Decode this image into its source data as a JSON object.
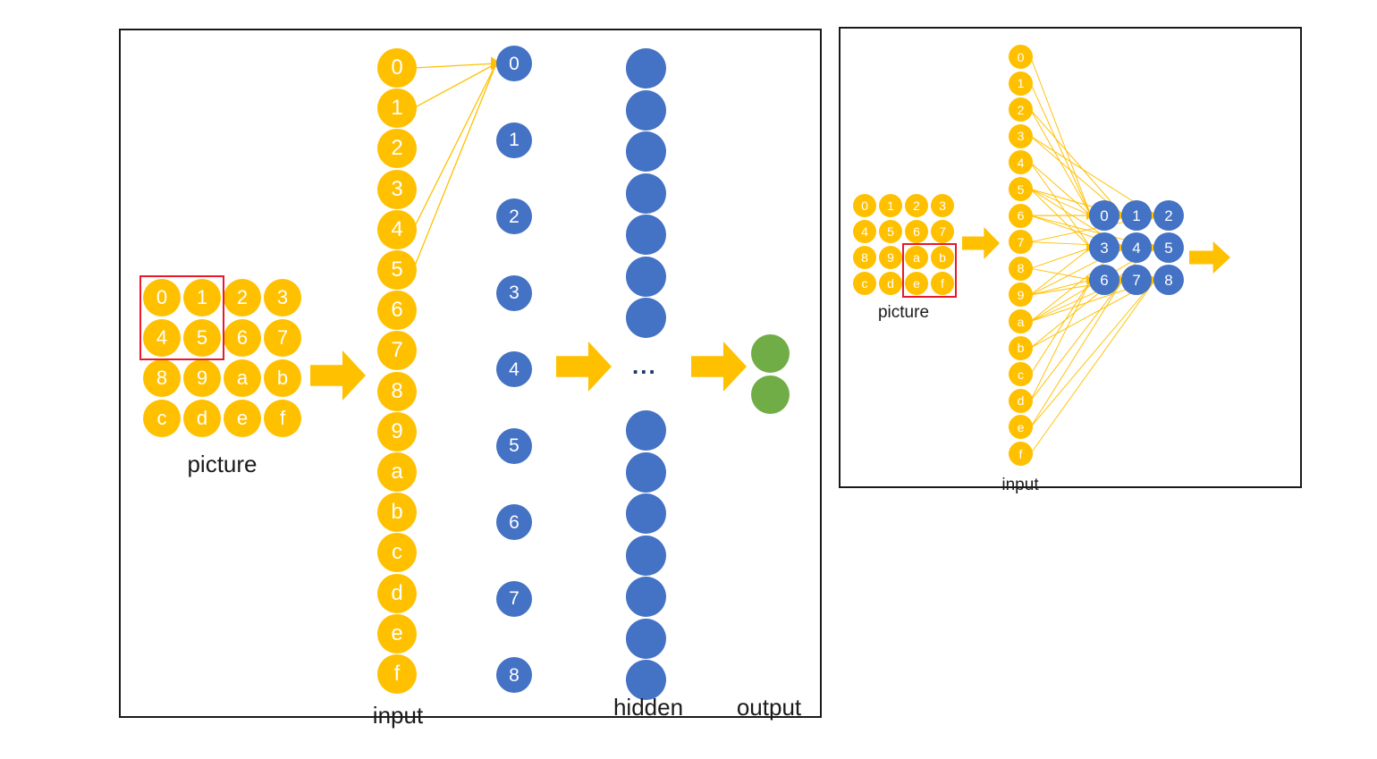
{
  "diagram": {
    "title": "Neural network picture-to-input diagram",
    "colors": {
      "yellow": "#FFC000",
      "blue": "#4472C4",
      "green": "#70AD47",
      "red_box": "#E8192C",
      "border": "#1a1a1a",
      "dots": "#203864"
    }
  },
  "left_panel": {
    "picture": {
      "label": "picture",
      "rows": [
        [
          "0",
          "1",
          "2",
          "3"
        ],
        [
          "4",
          "5",
          "6",
          "7"
        ],
        [
          "8",
          "9",
          "a",
          "b"
        ],
        [
          "c",
          "d",
          "e",
          "f"
        ]
      ],
      "highlight_cells": [
        "0",
        "1",
        "4",
        "5"
      ]
    },
    "input": {
      "label": "input",
      "nodes": [
        "0",
        "1",
        "2",
        "3",
        "4",
        "5",
        "6",
        "7",
        "8",
        "9",
        "a",
        "b",
        "c",
        "d",
        "e",
        "f"
      ]
    },
    "hidden": {
      "label": "hidden",
      "nodes": [
        "0",
        "1",
        "2",
        "3",
        "4",
        "5",
        "6",
        "7",
        "8"
      ],
      "second_column_count_top": 7,
      "second_column_count_bottom": 7,
      "ellipsis": "..."
    },
    "output": {
      "label": "output",
      "node_count": 2
    },
    "connections": {
      "from_input_indices": [
        0,
        1,
        4,
        5
      ],
      "to_hidden_index": 0
    },
    "arrows": [
      "picture-to-input",
      "hidden-to-ellipsis",
      "ellipsis-to-output"
    ]
  },
  "right_panel": {
    "picture": {
      "label": "picture",
      "rows": [
        [
          "0",
          "1",
          "2",
          "3"
        ],
        [
          "4",
          "5",
          "6",
          "7"
        ],
        [
          "8",
          "9",
          "a",
          "b"
        ],
        [
          "c",
          "d",
          "e",
          "f"
        ]
      ],
      "highlight_cells": [
        "a",
        "b",
        "e",
        "f"
      ]
    },
    "input": {
      "label": "input",
      "nodes": [
        "0",
        "1",
        "2",
        "3",
        "4",
        "5",
        "6",
        "7",
        "8",
        "9",
        "a",
        "b",
        "c",
        "d",
        "e",
        "f"
      ]
    },
    "feature_map": {
      "rows": [
        [
          "0",
          "1",
          "2"
        ],
        [
          "3",
          "4",
          "5"
        ],
        [
          "6",
          "7",
          "8"
        ]
      ]
    },
    "arrows": [
      "picture-to-input",
      "featuremap-to-next"
    ]
  }
}
